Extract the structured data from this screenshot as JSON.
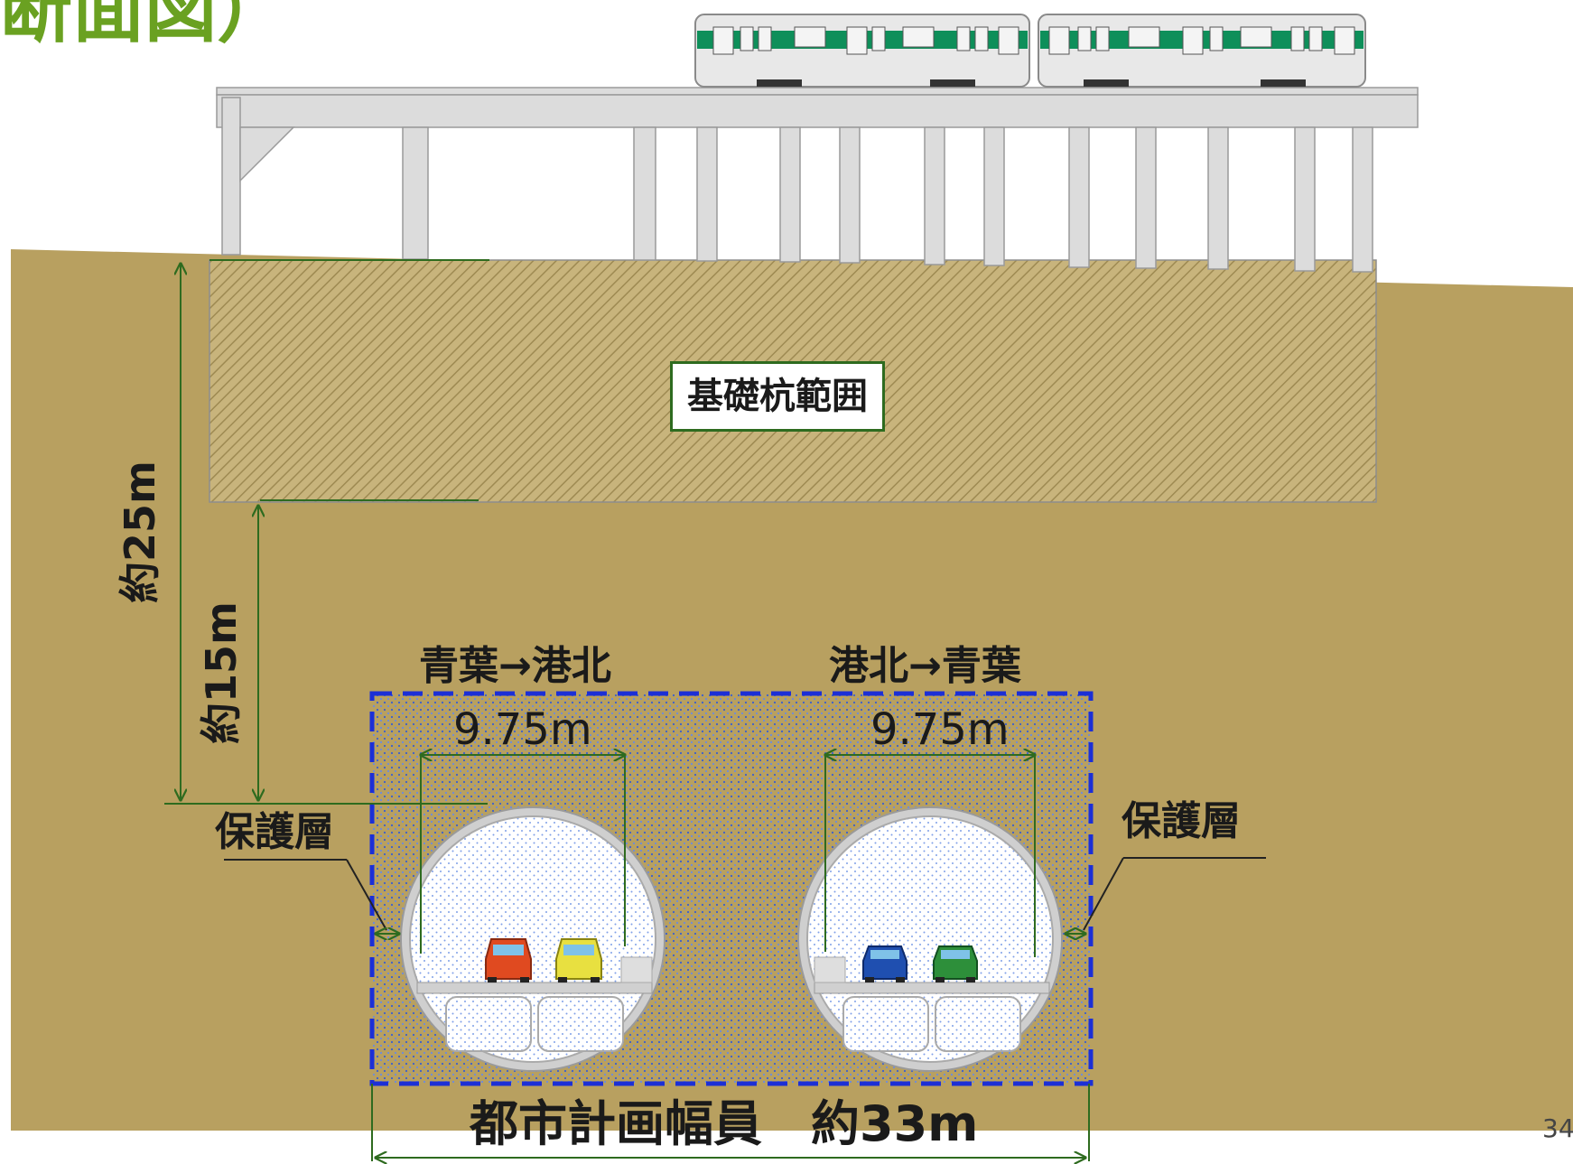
{
  "slide": {
    "title": "断面図）",
    "page_number": "34"
  },
  "labels": {
    "pile_range": "基礎杭範囲",
    "depth_total": "約25m",
    "depth_cover": "約15m",
    "direction_left": "青葉→港北",
    "direction_right": "港北→青葉",
    "width_left": "9.75m",
    "width_right": "9.75m",
    "protective_layer_left": "保護層",
    "protective_layer_right": "保護層",
    "planning_width": "都市計画幅員　約33m"
  },
  "colors": {
    "soil": "#b8a060",
    "title_green": "#6aa121",
    "dimension_line": "#2e6b1f",
    "boundary_dash": "#1c2fd6",
    "tunnel_fill": "#ffffff",
    "tunnel_ring": "#c8c8c8",
    "train_stripe": "#0e8f5a"
  },
  "icons": {
    "train": "train-icon",
    "viaduct": "viaduct-icon",
    "car": "car-icon"
  },
  "vehicles": {
    "left_tunnel": [
      "red-car",
      "yellow-car"
    ],
    "right_tunnel": [
      "blue-car",
      "green-car"
    ]
  }
}
